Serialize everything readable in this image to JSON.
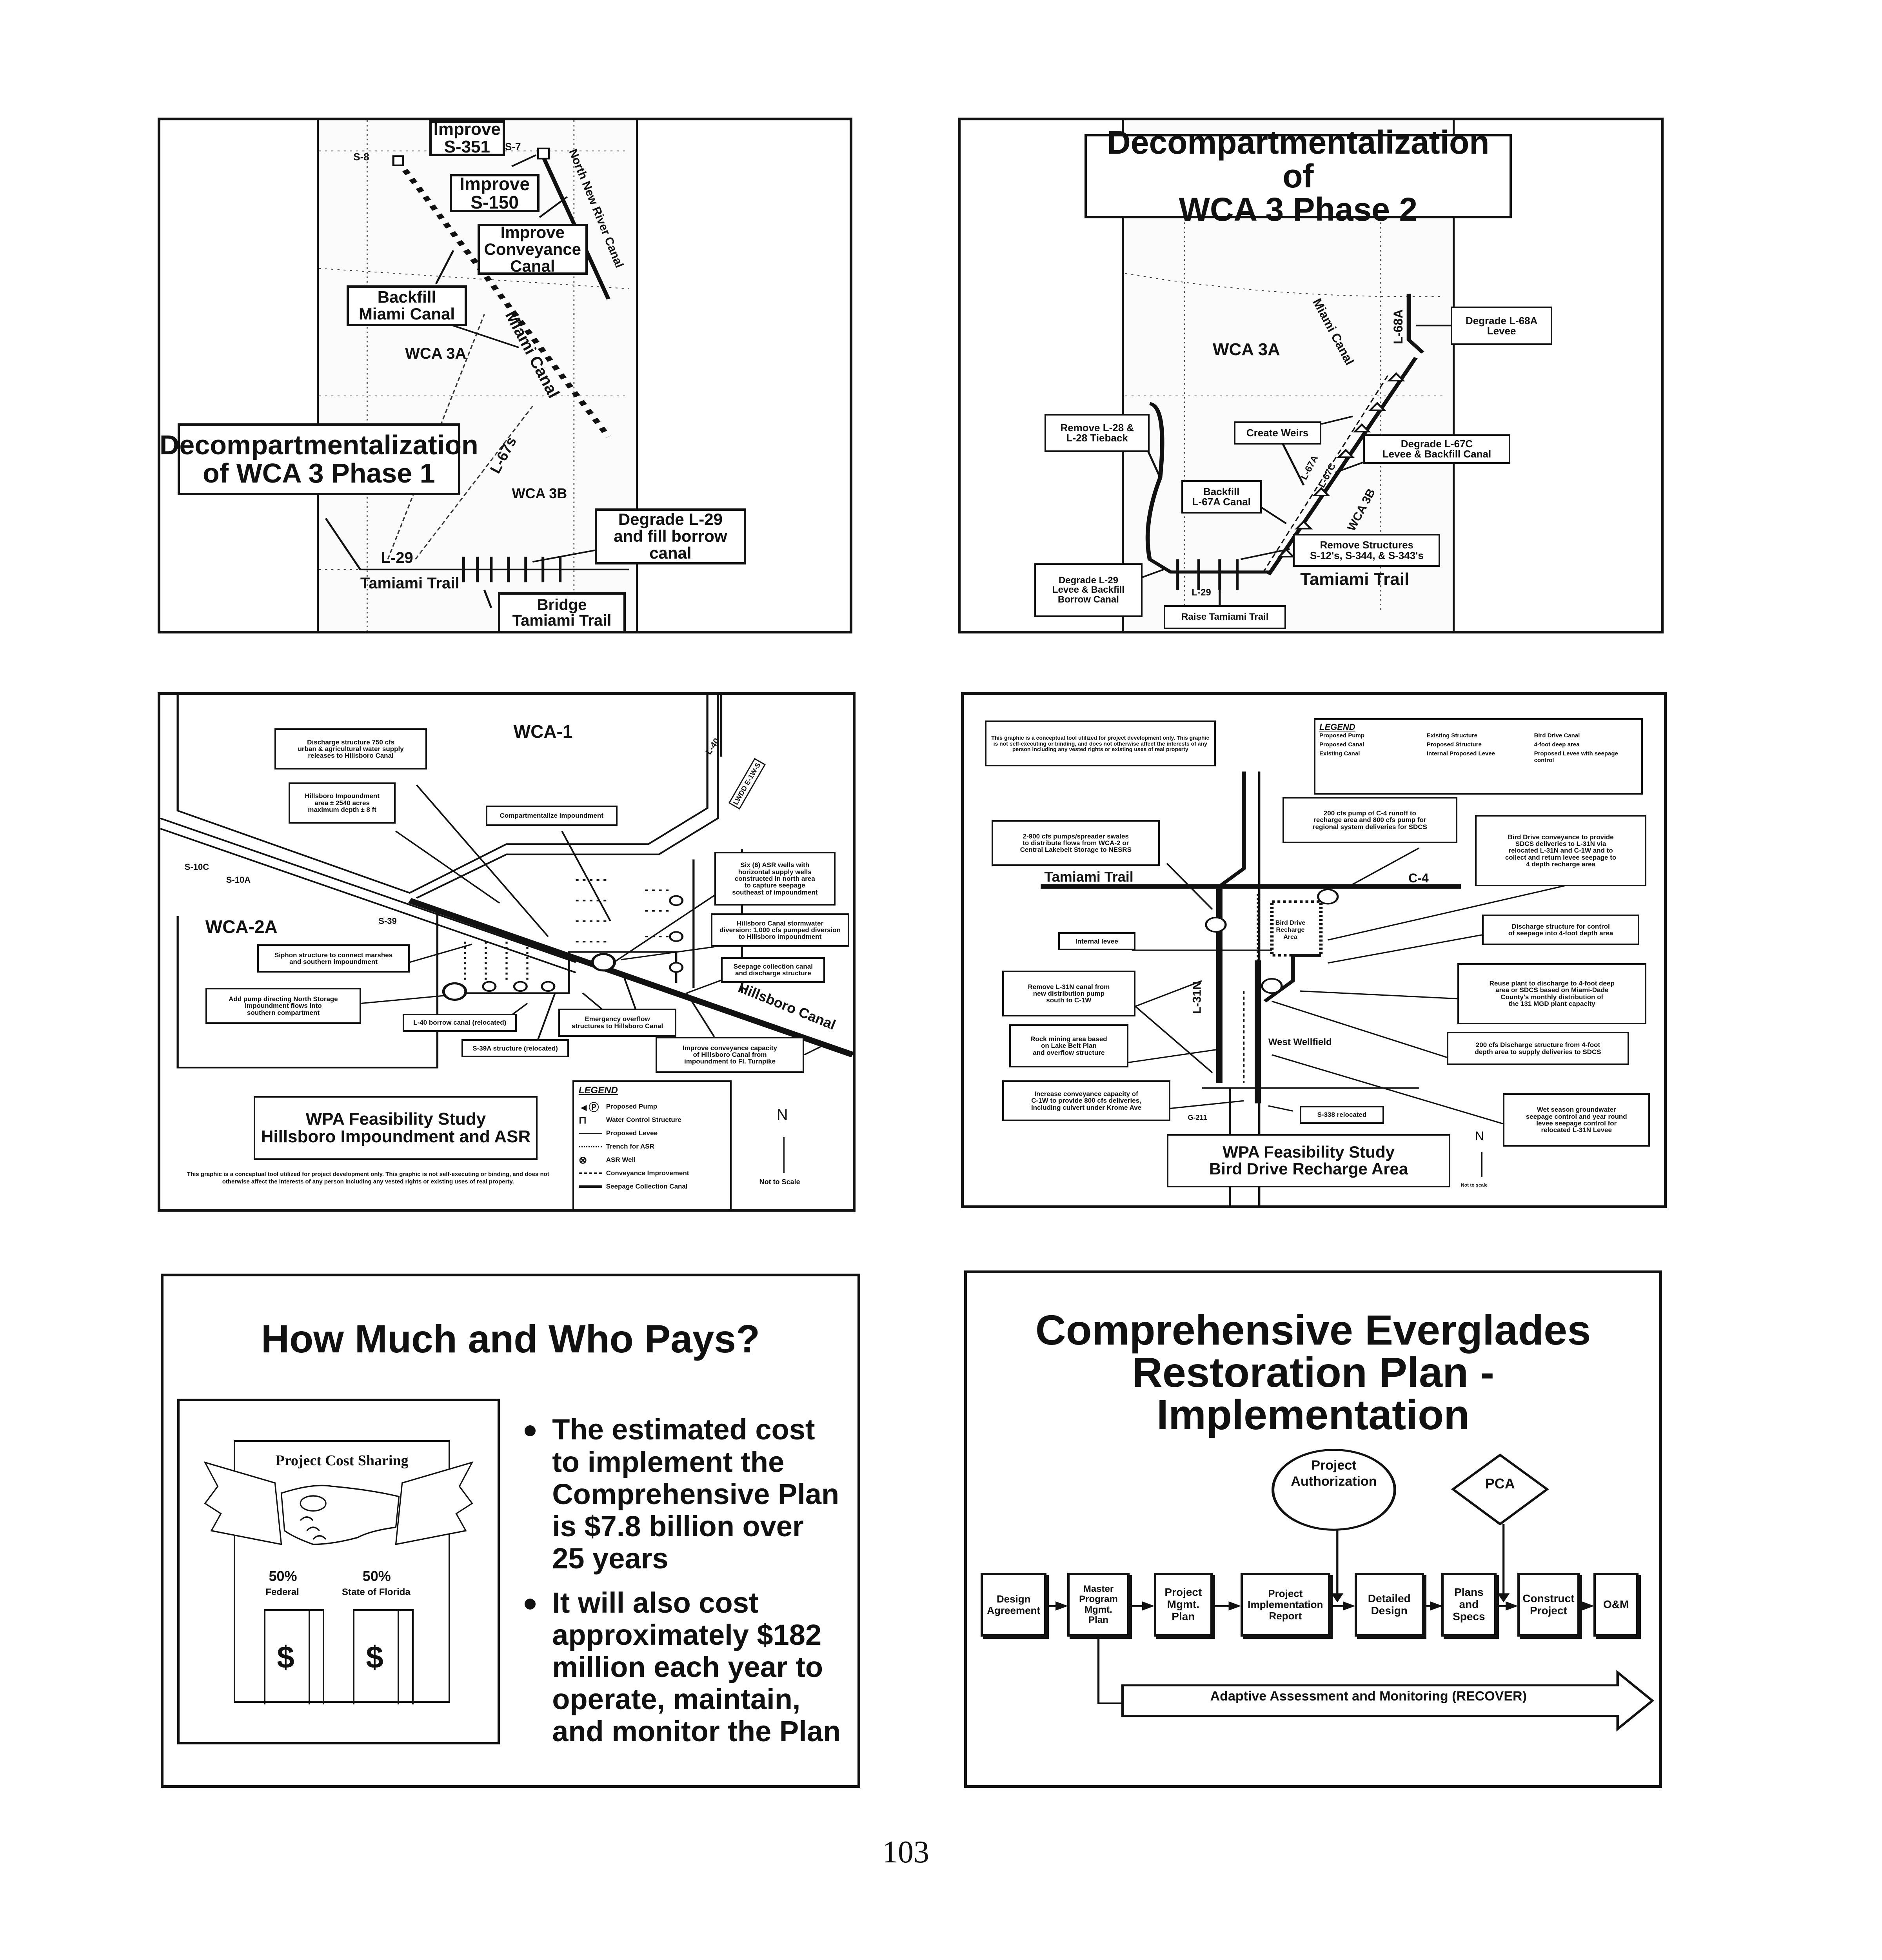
{
  "page_number": "103",
  "slide1": {
    "title_line1": "Decompartmentalization",
    "title_line2": "of WCA 3 Phase 1",
    "improve_s351": "Improve\nS-351",
    "improve_s150": "Improve\nS-150",
    "improve_conveyance": "Improve\nConveyance\nCanal",
    "backfill_miami": "Backfill\nMiami Canal",
    "degrade_l29": "Degrade L-29\nand fill borrow\ncanal",
    "bridge_tamiami": "Bridge\nTamiami Trail",
    "wca3a": "WCA 3A",
    "wca3b": "WCA 3B",
    "l29": "L-29",
    "tamiami": "Tamiami Trail",
    "miami_canal": "Miami Canal",
    "nnr_canal": "North New River Canal",
    "l67s": "L-67s",
    "s8": "S-8",
    "s7": "S-7"
  },
  "slide2": {
    "title_line1": "Decompartmentalization of",
    "title_line2": "WCA 3 Phase 2",
    "degrade_l68a": "Degrade L-68A\nLevee",
    "remove_l28": "Remove L-28 &\nL-28 Tieback",
    "create_weirs": "Create Weirs",
    "degrade_l67c": "Degrade L-67C\nLevee & Backfill Canal",
    "backfill_l67a": "Backfill\nL-67A Canal",
    "remove_structures": "Remove Structures\nS-12's, S-344, & S-343's",
    "degrade_l29": "Degrade L-29\nLevee & Backfill\nBorrow Canal",
    "raise_tamiami": "Raise Tamiami Trail",
    "wca3a": "WCA 3A",
    "wca3b": "WCA 3B",
    "miami_canal": "Miami Canal",
    "l68a": "L-68A",
    "l67a": "L-67A",
    "l67c": "L-67C",
    "l29": "L-29",
    "tamiami": "Tamiami Trail"
  },
  "slide3": {
    "wca1": "WCA-1",
    "wca2a": "WCA-2A",
    "s10c": "S-10C",
    "s10a": "S-10A",
    "s39": "S-39",
    "l40": "L-40",
    "lwdd": "LWDD E-1W-S",
    "hillsboro_canal": "Hillsboro Canal",
    "callouts": [
      "Discharge structure 750 cfs\nurban & agricultural water supply\nreleases to Hillsboro Canal",
      "Hillsboro Impoundment\narea ± 2540 acres\nmaximum depth ± 8 ft",
      "Compartmentalize impoundment",
      "Six (6) ASR wells with\nhorizontal supply wells\nconstructed in north area\nto capture seepage\nsoutheast of impoundment",
      "Hillsboro Canal stormwater\ndiversion: 1,000 cfs pumped diversion\nto Hillsboro Impoundment",
      "Seepage collection canal\nand discharge structure",
      "Siphon structure to connect marshes\nand southern impoundment",
      "Add pump directing North Storage\nimpoundment flows into\nsouthern compartment",
      "L-40 borrow canal (relocated)",
      "Emergency overflow\nstructures to Hillsboro Canal",
      "S-39A structure (relocated)",
      "Improve conveyance capacity\nof Hillsboro Canal from\nimpoundment to Fl. Turnpike"
    ],
    "title_line1": "WPA Feasibility Study",
    "title_line2": "Hillsboro Impoundment and ASR",
    "disclaimer": "This graphic is a conceptual tool utilized for project development only. This graphic is not self-executing or binding, and does not otherwise affect the interests of any person including any vested rights or existing uses of real property.",
    "legend": {
      "title": "LEGEND",
      "items": [
        "Proposed Pump",
        "Water Control Structure",
        "Proposed Levee",
        "Trench for ASR",
        "ASR Well",
        "Conveyance Improvement",
        "Seepage Collection Canal"
      ]
    },
    "north": "N",
    "not_to_scale": "Not to Scale"
  },
  "slide4": {
    "disclaimer": "This graphic is a conceptual tool utilized for project development only. This graphic is not self-executing or binding, and does not otherwise affect the interests of any person including any vested rights or existing uses of real property",
    "legend": {
      "title": "LEGEND",
      "items": [
        "Proposed Pump",
        "Existing Structure",
        "Bird Drive Canal",
        "Proposed Canal",
        "Proposed Structure",
        "4-foot deep area",
        "Existing Canal",
        "Internal Proposed Levee",
        "Proposed Levee with seepage control"
      ]
    },
    "callouts": [
      "2-900 cfs pumps/spreader swales\nto distribute flows from WCA-2 or\nCentral Lakebelt Storage to NESRS",
      "200 cfs pump of C-4 runoff to\nrecharge area and 800 cfs pump for\nregional system deliveries for SDCS",
      "Bird Drive conveyance to provide\nSDCS deliveries to L-31N via\nrelocated L-31N and C-1W and to\ncollect and return levee seepage to\n4 depth recharge area",
      "Internal levee",
      "Discharge structure for control\nof seepage into 4-foot depth area",
      "Remove L-31N canal from\nnew distribution pump\nsouth to C-1W",
      "Reuse plant to discharge to 4-foot deep\narea or SDCS based on Miami-Dade\nCounty's monthly distribution of\nthe 131 MGD plant capacity",
      "Rock mining area based\non Lake Belt Plan\nand overflow structure",
      "200 cfs Discharge structure from 4-foot\ndepth area to supply deliveries to SDCS",
      "Increase conveyance capacity of\nC-1W to provide 800 cfs deliveries,\nincluding culvert under Krome Ave",
      "S-338 relocated",
      "Wet season groundwater\nseepage control and year round\nlevee seepage control for\nrelocated L-31N Levee"
    ],
    "tamiami": "Tamiami Trail",
    "c4": "C-4",
    "l31n": "L-31N",
    "west_wellfield": "West Wellfield",
    "g211": "G-211",
    "recharge_area": "Bird Drive\nRecharge\nArea",
    "title_line1": "WPA Feasibility Study",
    "title_line2": "Bird Drive Recharge Area",
    "north": "N",
    "not_to_scale": "Not to scale"
  },
  "slide5": {
    "title": "How Much and Who Pays?",
    "illustration": {
      "caption": "Project Cost Sharing",
      "federal_pct": "50%",
      "federal_label": "Federal",
      "state_pct": "50%",
      "state_label": "State of Florida",
      "dollar": "$"
    },
    "bullets": [
      "The estimated cost to implement the Comprehensive Plan is $7.8 billion over 25 years",
      "It will also cost approximately $182 million each year to operate, maintain, and monitor the Plan"
    ]
  },
  "slide6": {
    "title_line1": "Comprehensive Everglades",
    "title_line2": "Restoration Plan -",
    "title_line3": "Implementation",
    "authorization": "Project\nAuthorization",
    "pca": "PCA",
    "steps": [
      "Design\nAgreement",
      "Master\nProgram\nMgmt.\nPlan",
      "Project\nMgmt.\nPlan",
      "Project\nImplementation\nReport",
      "Detailed\nDesign",
      "Plans\nand\nSpecs",
      "Construct\nProject",
      "O&M"
    ],
    "recover": "Adaptive Assessment and Monitoring (RECOVER)"
  }
}
